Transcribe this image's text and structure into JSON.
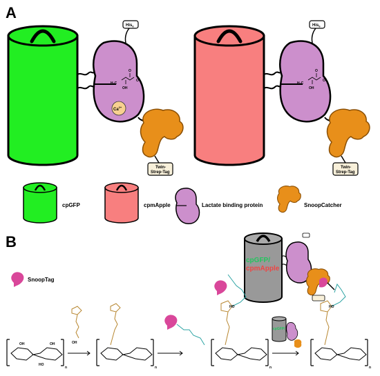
{
  "panels": {
    "a": "A",
    "b": "B"
  },
  "biosensor": {
    "his_tag": "His",
    "his_sub": "6",
    "lactate": {
      "h3c": "H",
      "h3c_sub": "3",
      "h3c_c": "C",
      "oh": "OH",
      "o": "O",
      "o_minus": "O"
    },
    "calcium": "Ca",
    "calcium_sup": "2+",
    "strep_line1": "Twin-",
    "strep_line2": "Strep-Tag"
  },
  "legend": {
    "cpgfp": "cpGFP",
    "cpmapple": "cpmApple",
    "lbp": "Lactate binding protein",
    "snoopcatcher": "SnoopCatcher"
  },
  "panel_b": {
    "snooptag": "SnoopTag",
    "sensor_label_1": "cpGFP/",
    "sensor_label_2": "cpmApple",
    "mini_label": "cpGFP/",
    "n_subscript": "n",
    "oh": "OH",
    "ho": "HO",
    "o": "O"
  },
  "colors": {
    "cpgfp": "#22ee22",
    "cpmapple": "#f87f7f",
    "lbp": "#cc8fcc",
    "snoopcatcher": "#e88f1a",
    "snooptag": "#d9479a",
    "calcium": "#f8d090",
    "linker_tan": "#b7862f",
    "linker_teal": "#2aa3a3",
    "barrel_grey": "#999999"
  }
}
